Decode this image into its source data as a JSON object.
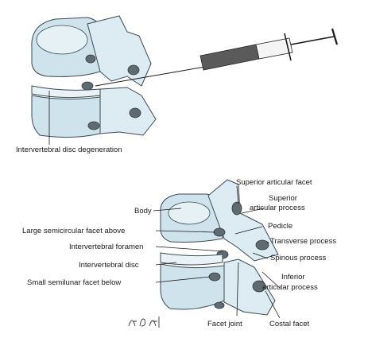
{
  "top_figure": {
    "label": "Intervertebral disc degeneration"
  },
  "bottom_figure": {
    "labels_left": {
      "body": "Body",
      "large_facet": "Large semicircular facet above",
      "foramen": "Intervertebral foramen",
      "disc": "Intervertebral disc",
      "small_facet": "Small semilunar facet below"
    },
    "labels_right": {
      "sup_facet": "Superior articular facet",
      "sup_process_1": "Superior",
      "sup_process_2": "articular process",
      "pedicle": "Pedicle",
      "transverse": "Transverse process",
      "spinous": "Spinous process",
      "inf_process_1": "Inferior",
      "inf_process_2": "articular process"
    },
    "labels_bottom": {
      "facet_joint": "Facet joint",
      "costal_facet": "Costal facet"
    }
  },
  "signature": "signature-mark",
  "colors": {
    "bone": "#cfe3ec",
    "facet": "#5f6b70",
    "syringe_barrel": "#5a5a5a"
  }
}
